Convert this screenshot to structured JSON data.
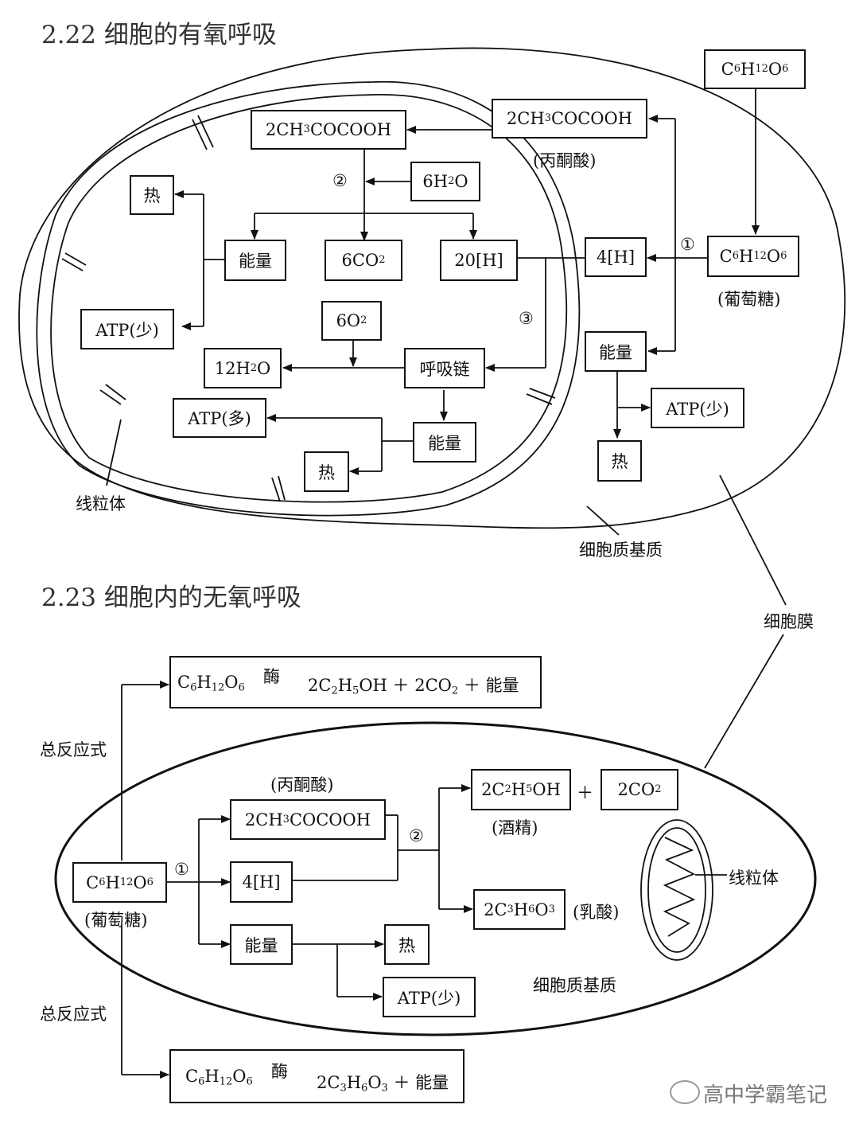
{
  "section_aerobic": {
    "title": "2.22 细胞的有氧呼吸",
    "glucose_source": "C6H12O6",
    "glucose": "C6H12O6",
    "glucose_label": "(葡萄糖)",
    "step1": "①",
    "step2": "②",
    "step3": "③",
    "h4": "4[H]",
    "pyruvate_cyto": "2CH3COCOOH",
    "pyruvate_label": "(丙酮酸)",
    "pyruvate_mito": "2CH3COCOOH",
    "water_in": "6H2O",
    "energy_mito": "能量",
    "co2": "6CO2",
    "h20": "20[H]",
    "heat_top": "热",
    "atp_less_mito": "ATP(少)",
    "o2": "6O2",
    "water_out": "12H2O",
    "resp_chain": "呼吸链",
    "atp_more": "ATP(多)",
    "energy_chain": "能量",
    "heat_chain": "热",
    "energy_cyto": "能量",
    "atp_less_cyto": "ATP(少)",
    "heat_cyto": "热",
    "mito_label": "线粒体",
    "cytoplasm_label": "细胞质基质",
    "membrane_label": "细胞膜"
  },
  "section_anaerobic": {
    "title": "2.23 细胞内的无氧呼吸",
    "total_label_1": "总反应式",
    "total_label_2": "总反应式",
    "eq1_reactant": "C6H12O6",
    "eq1_enzyme": "酶",
    "eq1_products": "2C2H5OH  ＋ 2CO2 ＋ 能量",
    "eq2_reactant": "C6H12O6",
    "eq2_enzyme": "酶",
    "eq2_products": "2C3H6O3 ＋ 能量",
    "glucose": "C6H12O6",
    "glucose_label": "(葡萄糖)",
    "step1": "①",
    "step2": "②",
    "pyruvate_label": "(丙酮酸)",
    "pyruvate": "2CH3COCOOH",
    "h4": "4[H]",
    "energy": "能量",
    "heat": "热",
    "atp_less": "ATP(少)",
    "ethanol": "2C2H5OH",
    "plus": "＋",
    "co2": "2CO2",
    "ethanol_label": "(酒精)",
    "lactic": "2C3H6O3",
    "lactic_label": "(乳酸)",
    "cytoplasm_label": "细胞质基质",
    "mito_label": "线粒体"
  },
  "watermark": "高中学霸笔记"
}
